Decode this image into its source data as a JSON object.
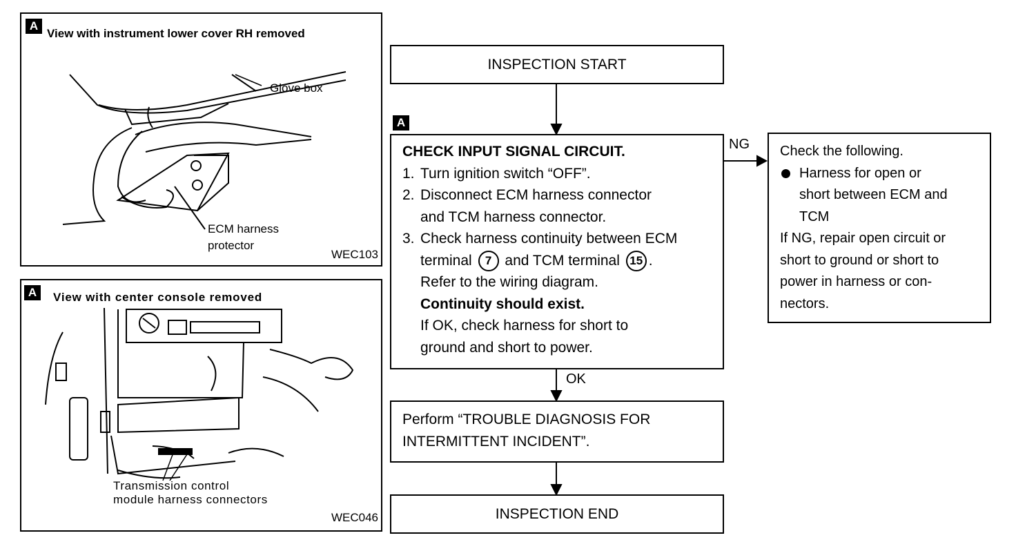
{
  "panel_top": {
    "badge": "A",
    "title": "View with instrument lower cover RH removed",
    "callout_glove": "Glove box",
    "callout_ecm": [
      "ECM harness",
      "protector"
    ],
    "code": "WEC103"
  },
  "panel_bottom": {
    "badge": "A",
    "title": "View with center console removed",
    "callout_tcm": [
      "Transmission control",
      "module harness connectors"
    ],
    "code": "WEC046"
  },
  "flow": {
    "start": "INSPECTION START",
    "check_badge": "A",
    "check_title": "CHECK INPUT SIGNAL CIRCUIT.",
    "steps": {
      "s1_num": "1.",
      "s1": "Turn ignition switch “OFF”.",
      "s2_num": "2.",
      "s2_l1": "Disconnect ECM harness connector",
      "s2_l2": "and TCM harness connector.",
      "s3_num": "3.",
      "s3_l1": "Check harness continuity between ECM",
      "s3_l2a": "terminal",
      "s3_term1": "7",
      "s3_l2b": "and TCM terminal",
      "s3_term2": "15",
      "s3_l2c": ".",
      "s3_l3": "Refer to the wiring diagram.",
      "s3_l4": "Continuity should exist.",
      "s3_l5": "If OK, check harness for short to",
      "s3_l6": "ground and short to power."
    },
    "ng_label": "NG",
    "ok_label": "OK",
    "ng_box": {
      "l1": "Check the following.",
      "b1": "Harness for open or",
      "b2": "short between ECM and",
      "b3": "TCM",
      "l2": "If NG, repair open circuit or",
      "l3": "short to ground or short to",
      "l4": "power in harness or con-",
      "l5": "nectors."
    },
    "perform": [
      "Perform “TROUBLE DIAGNOSIS FOR",
      "INTERMITTENT INCIDENT”."
    ],
    "end": "INSPECTION END"
  }
}
